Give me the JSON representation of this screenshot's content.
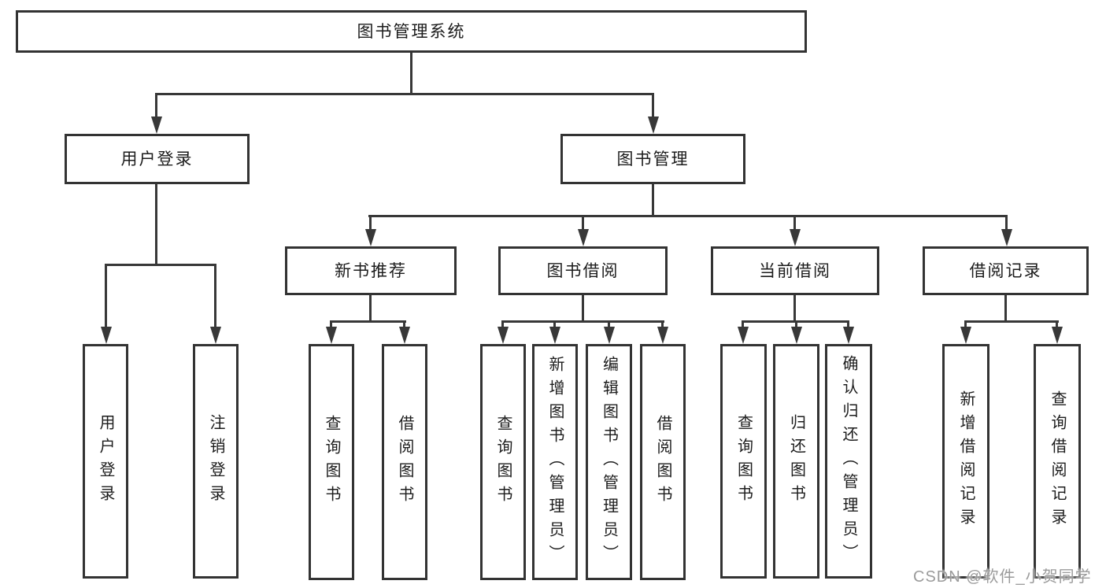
{
  "diagram": {
    "title": "图书管理系统",
    "colors": {
      "line": "#383838",
      "box_border": "#333333",
      "text": "#1c1c1c",
      "watermark_text": "#9b9b9b",
      "background": "#ffffff"
    },
    "tree": {
      "label": "图书管理系统",
      "children": [
        {
          "label": "用户登录",
          "children": [
            {
              "label": "用户登录"
            },
            {
              "label": "注销登录"
            }
          ]
        },
        {
          "label": "图书管理",
          "children": [
            {
              "label": "新书推荐",
              "children": [
                {
                  "label": "查询图书"
                },
                {
                  "label": "借阅图书"
                }
              ]
            },
            {
              "label": "图书借阅",
              "children": [
                {
                  "label": "查询图书"
                },
                {
                  "label": "新增图书（管理员）"
                },
                {
                  "label": "编辑图书（管理员）"
                },
                {
                  "label": "借阅图书"
                }
              ]
            },
            {
              "label": "当前借阅",
              "children": [
                {
                  "label": "查询图书"
                },
                {
                  "label": "归还图书"
                },
                {
                  "label": "确认归还（管理员）"
                }
              ]
            },
            {
              "label": "借阅记录",
              "children": [
                {
                  "label": "新增借阅记录"
                },
                {
                  "label": "查询借阅记录"
                }
              ]
            }
          ]
        }
      ]
    }
  },
  "watermark": "CSDN @软件_小贺同学"
}
